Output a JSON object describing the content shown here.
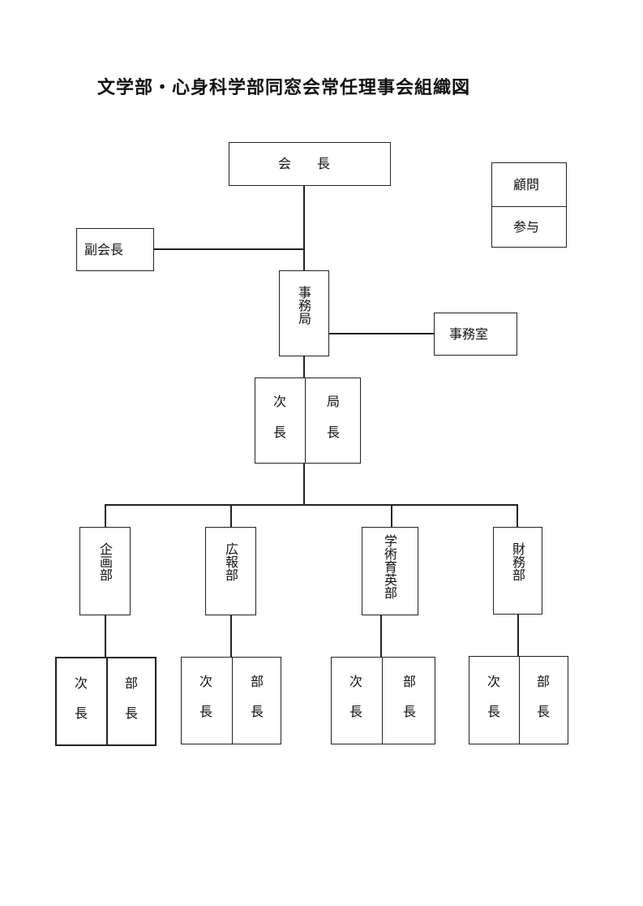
{
  "title": "文学部・心身科学部同窓会常任理事会組織図",
  "president": "会　　長",
  "vice_president": "副会長",
  "advisors": {
    "top": "顧問",
    "bottom": "参与"
  },
  "secretariat": "事務局",
  "office": "事務室",
  "secretariat_heads": {
    "deputy_top": "次",
    "deputy_bottom": "長",
    "chief_top": "局",
    "chief_bottom": "長"
  },
  "departments": [
    {
      "name": "企画部",
      "deputy_top": "次",
      "deputy_bottom": "長",
      "head_top": "部",
      "head_bottom": "長"
    },
    {
      "name": "広報部",
      "deputy_top": "次",
      "deputy_bottom": "長",
      "head_top": "部",
      "head_bottom": "長"
    },
    {
      "name": "学術育英部",
      "deputy_top": "次",
      "deputy_bottom": "長",
      "head_top": "部",
      "head_bottom": "長"
    },
    {
      "name": "財務部",
      "deputy_top": "次",
      "deputy_bottom": "長",
      "head_top": "部",
      "head_bottom": "長"
    }
  ]
}
